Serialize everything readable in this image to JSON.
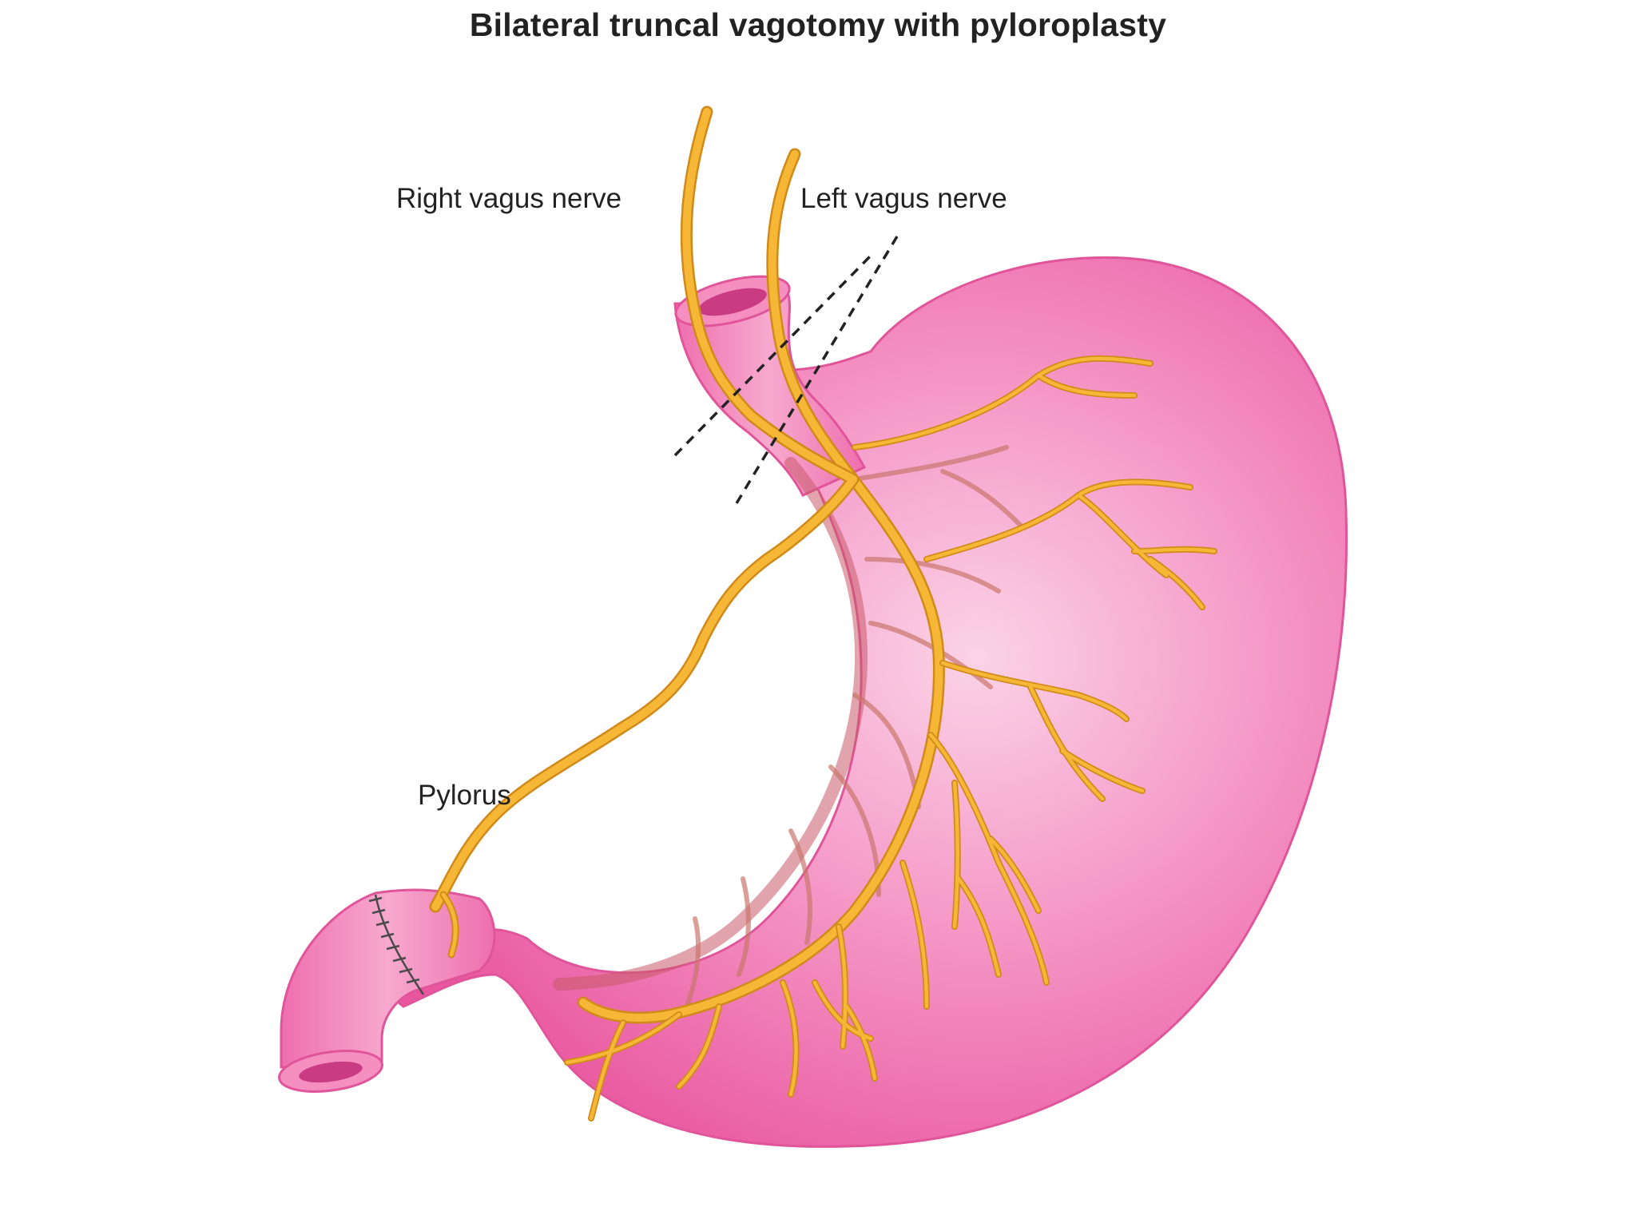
{
  "title": "Bilateral truncal vagotomy with pyloroplasty",
  "labels": {
    "right_vagus": "Right vagus nerve",
    "left_vagus": "Left vagus nerve",
    "pylorus": "Pylorus"
  },
  "colors": {
    "stomach_fill": "#f27fb7",
    "stomach_highlight": "#fbd0e6",
    "stomach_edge": "#d9468f",
    "lumen": "#c93c83",
    "lesser_curve_shadow": "#c85a5a",
    "nerve": "#f5b735",
    "nerve_edge": "#d08a1a",
    "cut_line": "#222222"
  }
}
